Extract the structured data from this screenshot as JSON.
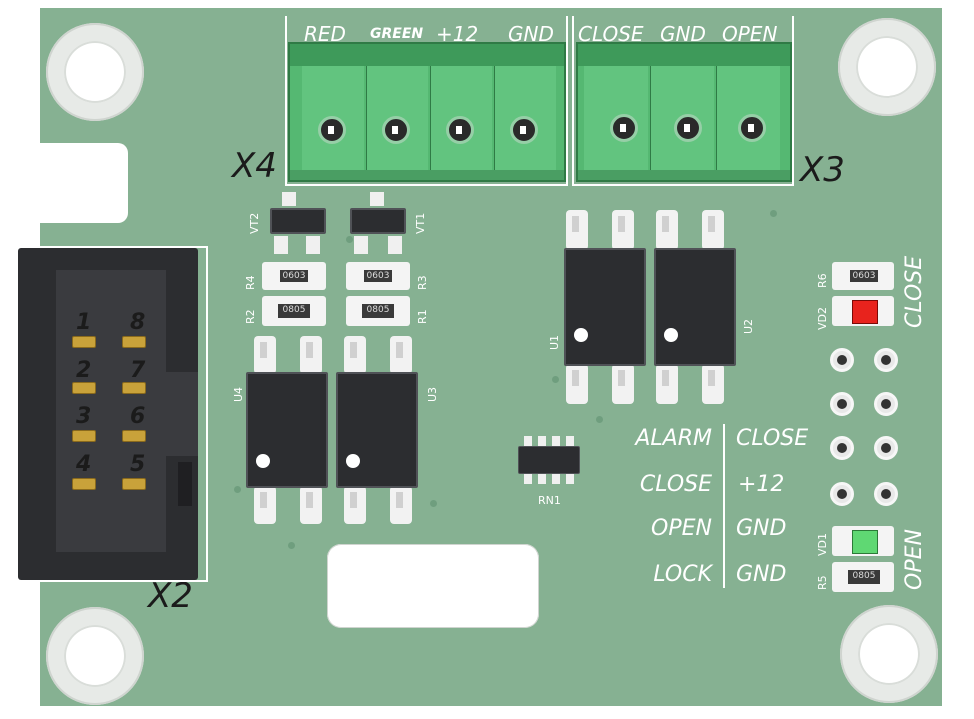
{
  "connectors": {
    "x4": {
      "designator": "X4",
      "pins": [
        "RED",
        "GREEN",
        "+12",
        "GND"
      ]
    },
    "x3": {
      "designator": "X3",
      "pins": [
        "CLOSE",
        "GND",
        "OPEN"
      ]
    },
    "x2": {
      "designator": "X2",
      "pin_numbers_left": [
        "1",
        "2",
        "3",
        "4"
      ],
      "pin_numbers_right": [
        "8",
        "7",
        "6",
        "5"
      ]
    }
  },
  "components": {
    "transistors": [
      "VT2",
      "VT1"
    ],
    "resistors": {
      "r1": "R1",
      "r2": "R2",
      "r3": "R3",
      "r4": "R4",
      "r5": "R5",
      "r6": "R6"
    },
    "resistor_codes": {
      "r4": "0603",
      "r3": "0603",
      "r2": "0805",
      "r1": "0805",
      "r6": "0603",
      "r5": "0805"
    },
    "optocouplers": {
      "u1": "U1",
      "u2": "U2",
      "u3": "U3",
      "u4": "U4"
    },
    "network": "RN1",
    "leds": {
      "vd1": "VD1",
      "vd2": "VD2"
    },
    "led_colors": {
      "vd1": "#5fd873",
      "vd2": "#e8231d"
    }
  },
  "indicators": {
    "close": "CLOSE",
    "open": "OPEN"
  },
  "signal_table": {
    "rows": [
      {
        "left": "ALARM",
        "right": "CLOSE"
      },
      {
        "left": "CLOSE",
        "right": "+12"
      },
      {
        "left": "OPEN",
        "right": "GND"
      },
      {
        "left": "LOCK",
        "right": "GND"
      }
    ]
  },
  "colors": {
    "board": "#86b192",
    "terminal": "#55b872",
    "ic_body": "#2c2d30"
  }
}
